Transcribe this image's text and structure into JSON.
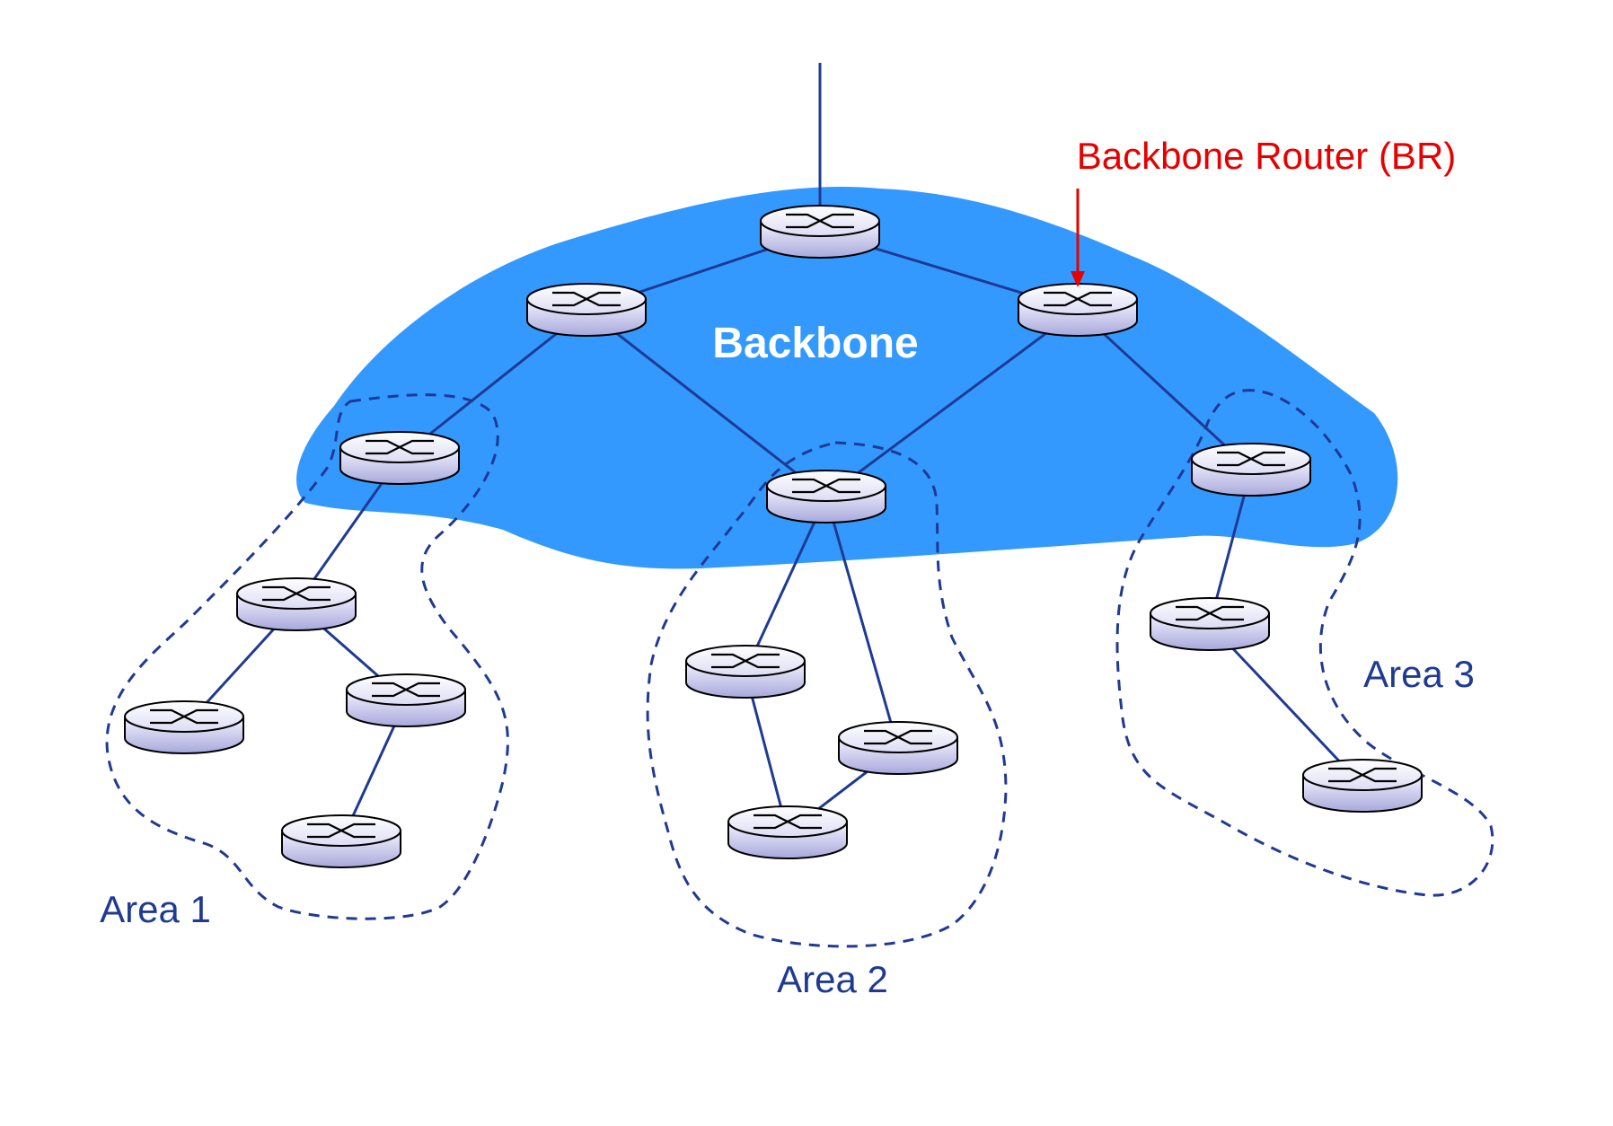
{
  "labels": {
    "backbone": "Backbone",
    "backbone_router": "Backbone Router (BR)",
    "area1": "Area 1",
    "area2": "Area 2",
    "area3": "Area 3"
  },
  "colors": {
    "backbone_fill": "#3399ff",
    "link": "#1f3a93",
    "area_boundary": "#1f3a93",
    "area_text": "#1f3a93",
    "br_label": "#e60000",
    "backbone_text": "#ffffff",
    "router_body_top": "#f2f2ff",
    "router_body_bottom": "#b0b0e0"
  },
  "routers": [
    {
      "id": "r-top"
    },
    {
      "id": "r-bb-left"
    },
    {
      "id": "r-bb-right"
    },
    {
      "id": "r-a1-border"
    },
    {
      "id": "r-a2-border"
    },
    {
      "id": "r-a3-border"
    },
    {
      "id": "r-a1-mid"
    },
    {
      "id": "r-a1-left"
    },
    {
      "id": "r-a1-right"
    },
    {
      "id": "r-a1-bottom"
    },
    {
      "id": "r-a2-left"
    },
    {
      "id": "r-a2-right"
    },
    {
      "id": "r-a2-bottom"
    },
    {
      "id": "r-a3-mid"
    },
    {
      "id": "r-a3-bottom"
    }
  ],
  "links": [
    [
      "r-top",
      "r-bb-left"
    ],
    [
      "r-top",
      "r-bb-right"
    ],
    [
      "r-bb-left",
      "r-a1-border"
    ],
    [
      "r-bb-left",
      "r-a2-border"
    ],
    [
      "r-bb-right",
      "r-a2-border"
    ],
    [
      "r-bb-right",
      "r-a3-border"
    ],
    [
      "r-a1-border",
      "r-a1-mid"
    ],
    [
      "r-a1-mid",
      "r-a1-left"
    ],
    [
      "r-a1-mid",
      "r-a1-right"
    ],
    [
      "r-a1-right",
      "r-a1-bottom"
    ],
    [
      "r-a2-border",
      "r-a2-left"
    ],
    [
      "r-a2-border",
      "r-a2-right"
    ],
    [
      "r-a2-left",
      "r-a2-bottom"
    ],
    [
      "r-a2-right",
      "r-a2-bottom"
    ],
    [
      "r-a3-border",
      "r-a3-mid"
    ],
    [
      "r-a3-mid",
      "r-a3-bottom"
    ]
  ]
}
